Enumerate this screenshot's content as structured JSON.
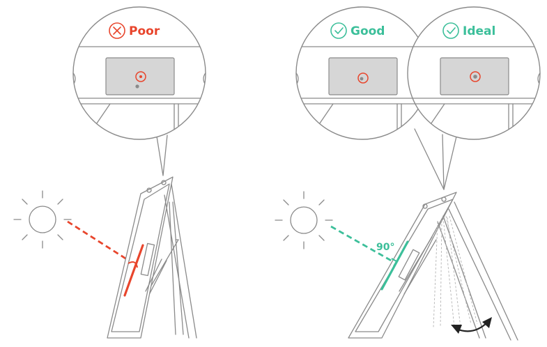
{
  "labels": {
    "poor": "Poor",
    "good": "Good",
    "ideal": "Ideal",
    "angle": "90°"
  },
  "colors": {
    "poor": "#e8452c",
    "good": "#3cbf9a",
    "ideal": "#3cbf9a",
    "line": "#8a8a8a",
    "sensor_panel": "#d6d6d6"
  },
  "icons": {
    "poor": "cross-circle-icon",
    "good": "check-circle-icon",
    "ideal": "check-circle-icon",
    "sun": "sun-icon"
  }
}
